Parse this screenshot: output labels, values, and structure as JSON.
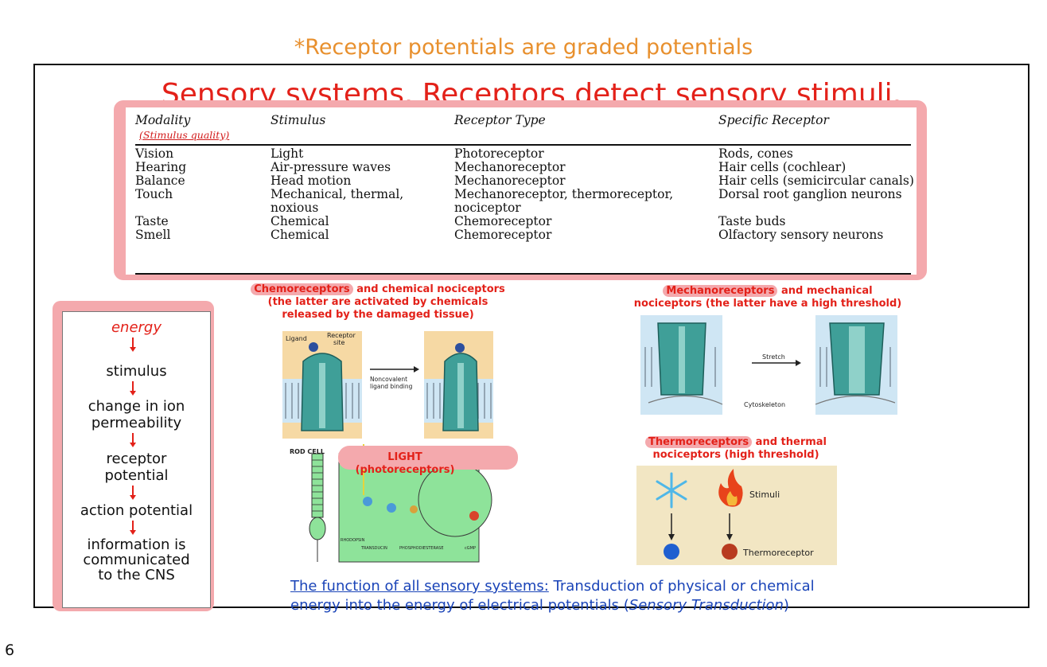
{
  "note": "*Receptor potentials are graded potentials",
  "title": "Sensory systems. Receptors detect sensory stimuli.",
  "table": {
    "headers": [
      "Modality",
      "Stimulus",
      "Receptor Type",
      "Specific Receptor"
    ],
    "modality_sub": "(Stimulus quality)",
    "rows": [
      [
        "Vision",
        "Light",
        "Photoreceptor",
        "Rods, cones"
      ],
      [
        "Hearing",
        "Air-pressure waves",
        "Mechanoreceptor",
        "Hair cells (cochlear)"
      ],
      [
        "Balance",
        "Head motion",
        "Mechanoreceptor",
        "Hair cells (semicircular canals)"
      ],
      [
        "Touch",
        "Mechanical, thermal, noxious",
        "Mechanoreceptor, thermoreceptor, nociceptor",
        "Dorsal root ganglion neurons"
      ],
      [
        "Taste",
        "Chemical",
        "Chemoreceptor",
        "Taste buds"
      ],
      [
        "Smell",
        "Chemical",
        "Chemoreceptor",
        "Olfactory sensory neurons"
      ]
    ]
  },
  "flow": {
    "energy": "energy",
    "stimulus": "stimulus",
    "ion_1": "change in ion",
    "ion_2": "permeability",
    "rp_1": "receptor",
    "rp_2": "potential",
    "ap": "action potential",
    "info_1": "information is",
    "info_2": "communicated",
    "info_3": "to the CNS"
  },
  "chemo": {
    "highlight": "Chemoreceptors",
    "line1_rest": " and chemical nociceptors",
    "line2": "(the latter are activated by chemicals",
    "line3": "released by the damaged tissue)",
    "ligand": "Ligand",
    "site_1": "Receptor",
    "site_2": "site",
    "arrow_1": "Noncovalent",
    "arrow_2": "ligand binding"
  },
  "mechano": {
    "highlight": "Mechanoreceptors",
    "line1_rest": " and mechanical",
    "line2": "nociceptors (the latter have a high threshold)",
    "stretch": "Stretch",
    "cytoskeleton": "Cytoskeleton"
  },
  "light": {
    "label": "LIGHT (photoreceptors)",
    "rod_cell": "ROD CELL",
    "rhodopsin": "RHODOPSIN",
    "transducin": "TRANSDUCIN",
    "pde": "PHOSPHODIESTERASE",
    "cgmp": "cGMP"
  },
  "thermo": {
    "highlight": "Thermoreceptors",
    "line1_rest": " and thermal",
    "line2": "nociceptors (high threshold)",
    "stimuli": "Stimuli",
    "thermoreceptor": "Thermoreceptor"
  },
  "function": {
    "link": "The function of all sensory systems:",
    "text1": " Transduction of physical or chemical",
    "text2_a": "energy into the energy of electrical potentials (",
    "italic": "Sensory Transduction",
    "text2_b": ")"
  },
  "slide_number": "6"
}
